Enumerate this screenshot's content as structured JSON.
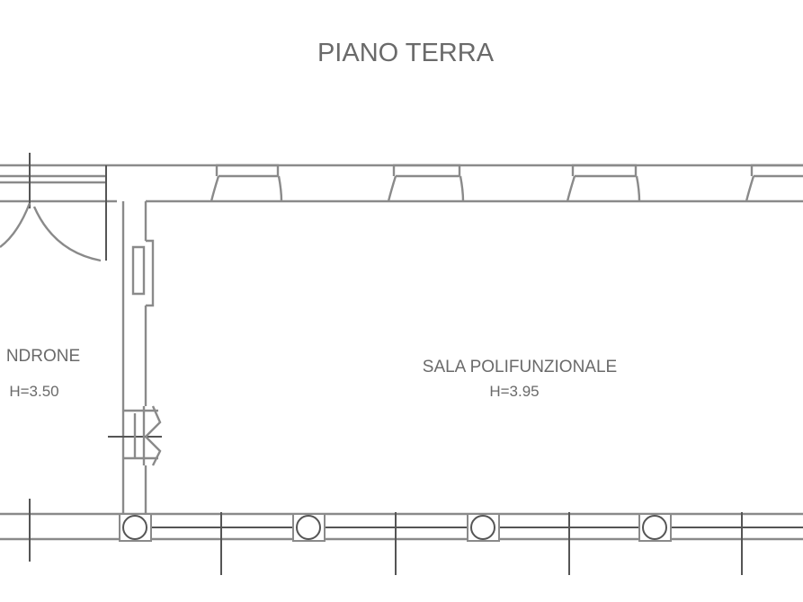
{
  "title": "PIANO TERRA",
  "rooms": [
    {
      "name": "NDRONE",
      "height": "H=3.50"
    },
    {
      "name": "SALA POLIFUNZIONALE",
      "height": "H=3.95"
    }
  ]
}
